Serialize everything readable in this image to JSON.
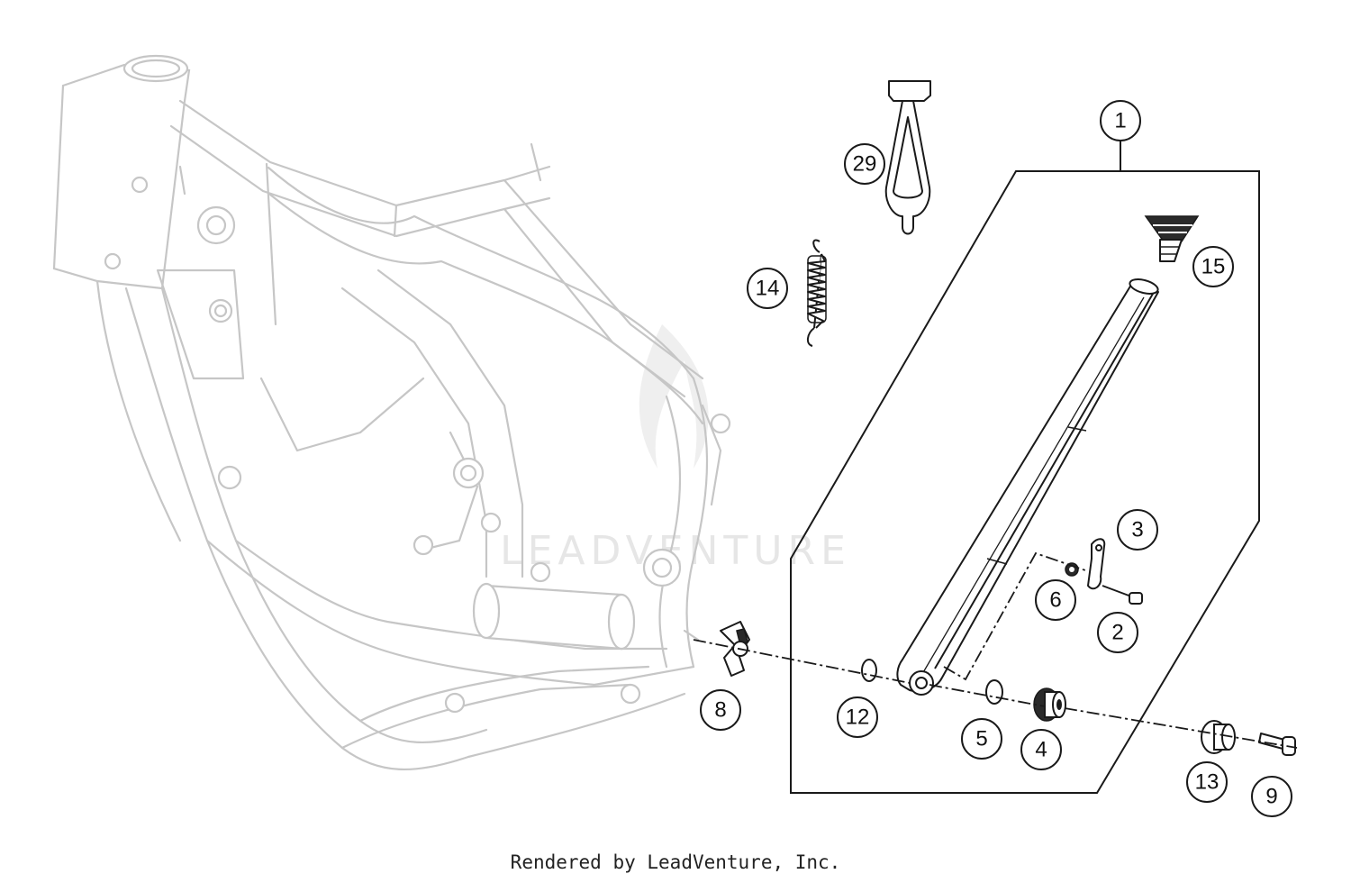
{
  "watermark": "LEADVENTURE",
  "footer": "Rendered by LeadVenture, Inc.",
  "callouts": [
    {
      "id": "c1",
      "label": "1"
    },
    {
      "id": "c29",
      "label": "29"
    },
    {
      "id": "c15",
      "label": "15"
    },
    {
      "id": "c14",
      "label": "14"
    },
    {
      "id": "c3",
      "label": "3"
    },
    {
      "id": "c6",
      "label": "6"
    },
    {
      "id": "c2",
      "label": "2"
    },
    {
      "id": "c8",
      "label": "8"
    },
    {
      "id": "c12",
      "label": "12"
    },
    {
      "id": "c5",
      "label": "5"
    },
    {
      "id": "c4",
      "label": "4"
    },
    {
      "id": "c13",
      "label": "13"
    },
    {
      "id": "c9",
      "label": "9"
    }
  ]
}
